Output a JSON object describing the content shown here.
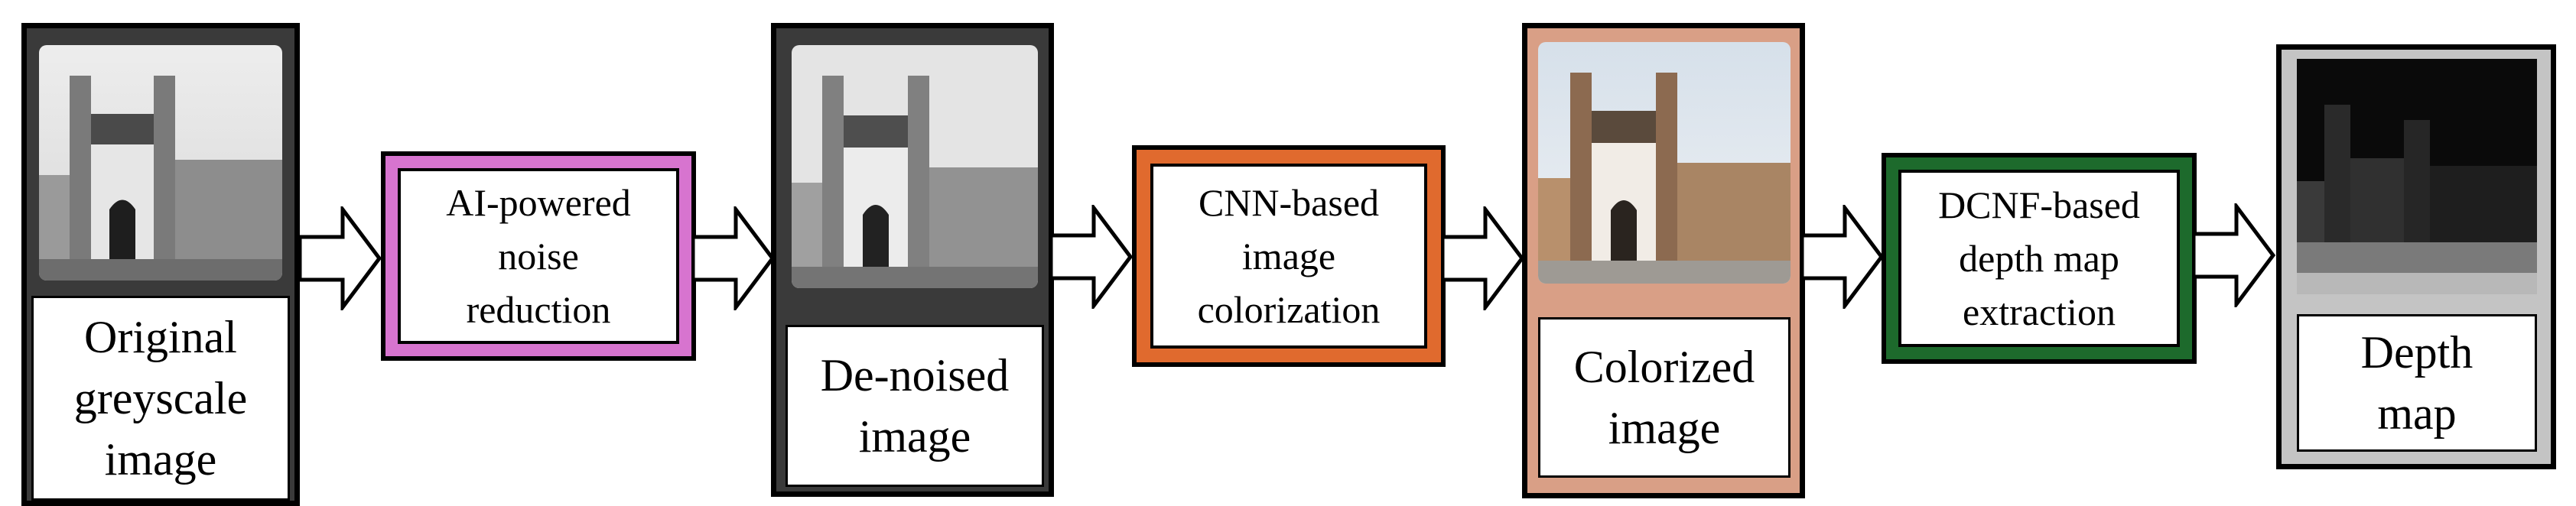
{
  "stages": [
    {
      "caption": "Original\ngreyscale\nimage"
    },
    {
      "caption": "De-noised\nimage"
    },
    {
      "caption": "Colorized\nimage"
    },
    {
      "caption": "Depth\nmap"
    }
  ],
  "processes": [
    {
      "label": "AI-powered\nnoise\nreduction",
      "color": "#d774cf"
    },
    {
      "label": "CNN-based\nimage\ncolorization",
      "color": "#e06a2e"
    },
    {
      "label": "DCNF-based\ndepth map\nextraction",
      "color": "#1d6a2c"
    }
  ],
  "colors": {
    "stage1_frame": "#3a3a3a",
    "stage2_frame": "#3a3a3a",
    "stage3_frame": "#d99f86",
    "stage4_frame": "#c4c4c4",
    "arrow_fill": "#ffffff",
    "arrow_stroke": "#000000"
  }
}
